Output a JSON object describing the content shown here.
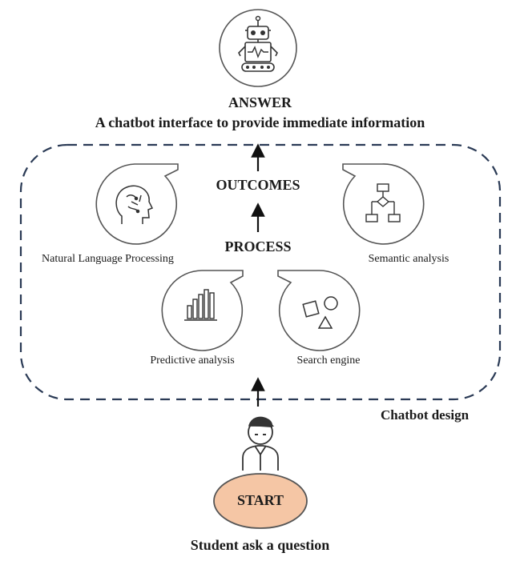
{
  "answer": {
    "title": "ANSWER",
    "subtitle": "A chatbot interface to provide immediate information",
    "icon": "robot-icon"
  },
  "outcomes_label": "OUTCOMES",
  "process_label": "PROCESS",
  "container_label": "Chatbot design",
  "bubbles": [
    {
      "label": "Natural Language Processing",
      "icon": "brain-icon"
    },
    {
      "label": "Semantic analysis",
      "icon": "flowchart-icon"
    },
    {
      "label": "Predictive analysis",
      "icon": "bar-chart-icon"
    },
    {
      "label": "Search engine",
      "icon": "shapes-icon"
    }
  ],
  "start": {
    "label": "START",
    "caption": "Student ask a question",
    "icon": "student-icon",
    "fill_color": "#f5c6a5"
  },
  "colors": {
    "dashed_border": "#2a3a55",
    "line": "#555555",
    "arrow": "#111111"
  }
}
